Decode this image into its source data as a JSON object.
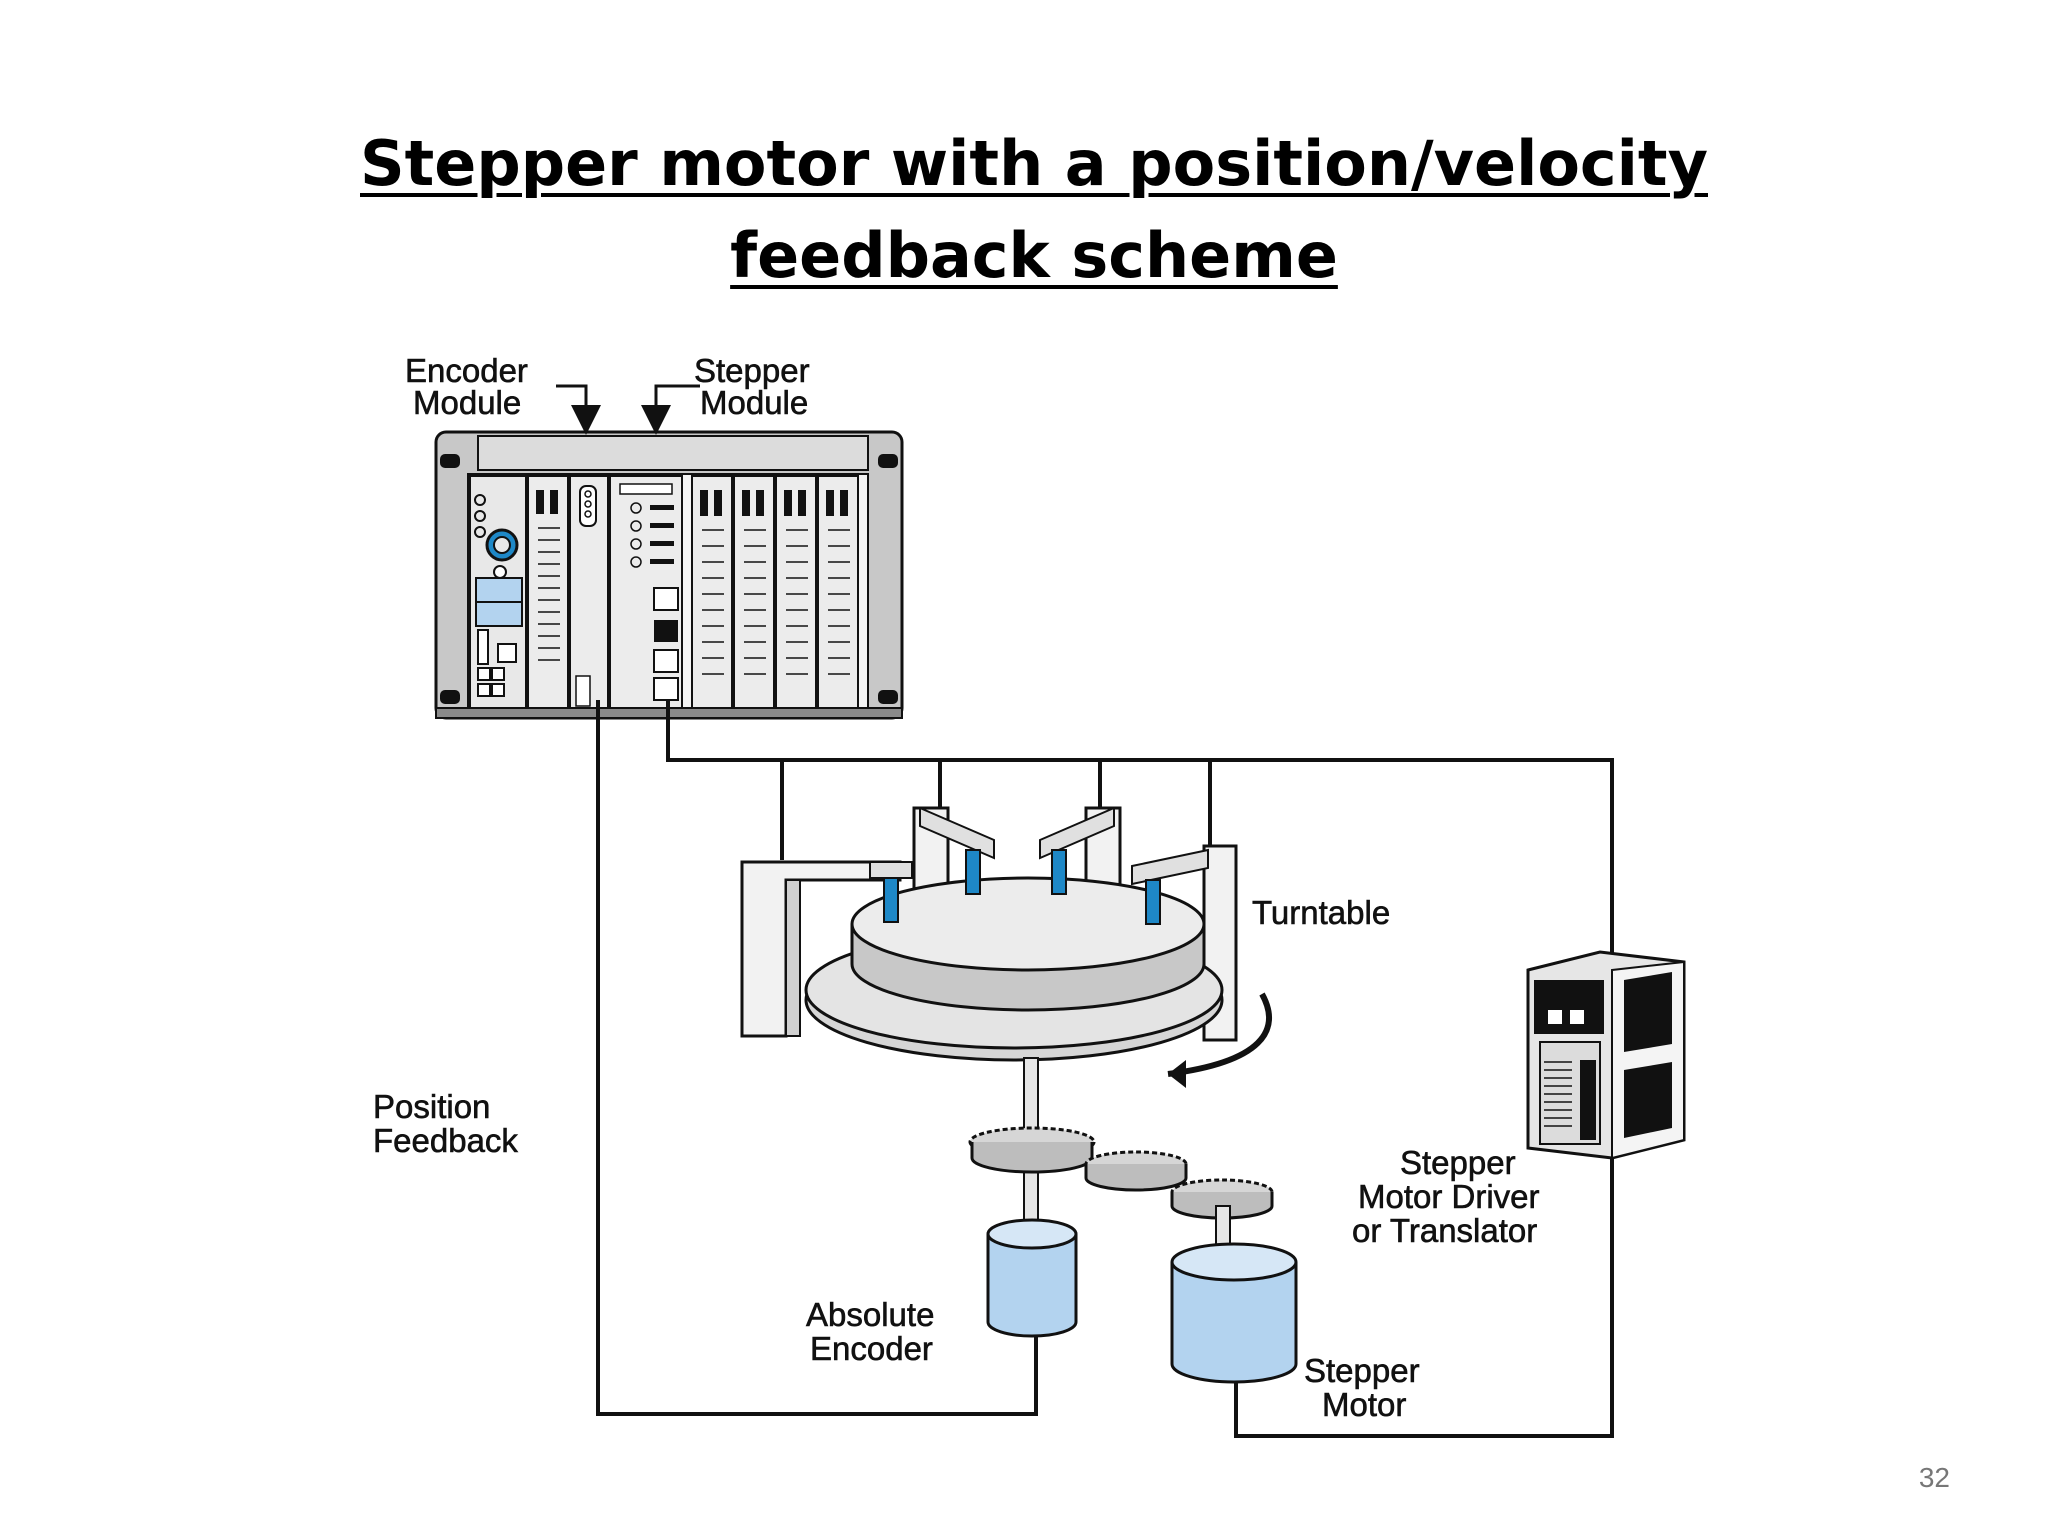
{
  "slide": {
    "title_line1": "Stepper motor with a position/velocity",
    "title_line2": "feedback scheme",
    "page_number": "32"
  },
  "diagram": {
    "labels": {
      "encoder_module_1": "Encoder",
      "encoder_module_2": "Module",
      "stepper_module_1": "Stepper",
      "stepper_module_2": "Module",
      "turntable": "Turntable",
      "position_feedback_1": "Position",
      "position_feedback_2": "Feedback",
      "driver_1": "Stepper",
      "driver_2": "Motor Driver",
      "driver_3": "or Translator",
      "abs_encoder_1": "Absolute",
      "abs_encoder_2": "Encoder",
      "stepper_motor_1": "Stepper",
      "stepper_motor_2": "Motor"
    },
    "colors": {
      "line": "#111111",
      "panel_gray": "#c8c8c8",
      "light_gray": "#e2e2e2",
      "accent_blue": "#1e88c7",
      "cylinder_blue": "#b3d3ef"
    }
  }
}
